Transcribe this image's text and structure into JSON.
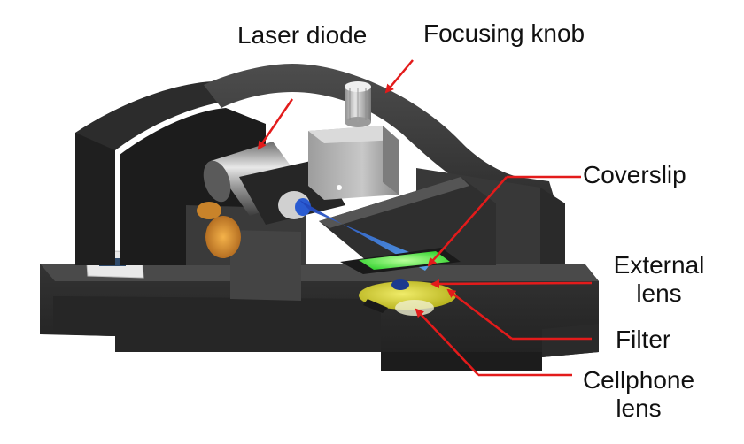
{
  "labels": {
    "laser_diode": "Laser diode",
    "focusing_knob": "Focusing knob",
    "coverslip": "Coverslip",
    "external_lens_line1": "External",
    "external_lens_line2": "lens",
    "filter": "Filter",
    "cellphone_lens_line1": "Cellphone",
    "cellphone_lens_line2": "lens"
  },
  "colors": {
    "annotation_arrow": "#e31b1b",
    "housing": "#3a3a3a",
    "laser_beam": "#2f6fd6",
    "coverslip_glow": "#39e636",
    "filter": "#d6d21f",
    "knob": "#b9b9b9"
  }
}
